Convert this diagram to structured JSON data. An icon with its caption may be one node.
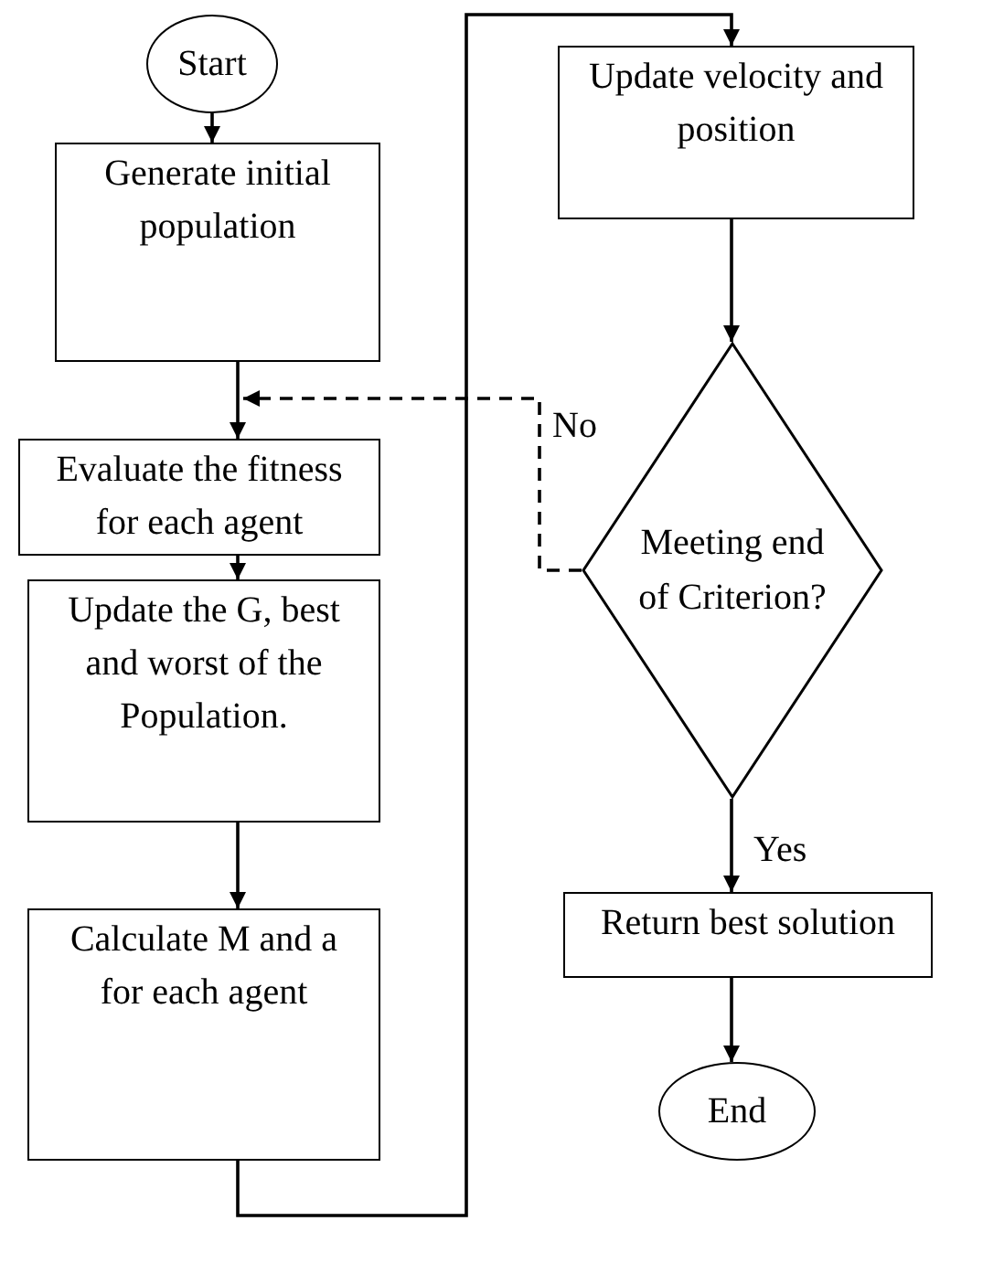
{
  "diagram": {
    "nodes": [
      {
        "text": [
          "Start"
        ]
      },
      {
        "text": [
          "Generate initial population"
        ]
      },
      {
        "text": [
          "Evaluate the fitness for each agent"
        ]
      },
      {
        "text": [
          "Update the G, best and worst of the Population."
        ]
      },
      {
        "text": [
          "Calculate M and a for each agent"
        ]
      },
      {
        "text": [
          "Update velocity and position"
        ]
      },
      {
        "text": [
          "Meeting end of Criterion?"
        ]
      },
      {
        "text": [
          "Return best solution"
        ]
      },
      {
        "text": [
          "End"
        ]
      }
    ],
    "edges": [
      {
        "from": 0,
        "to": 1,
        "arrow": "to"
      },
      {
        "from": 1,
        "to": 2,
        "arrow": "to"
      },
      {
        "from": 2,
        "to": 3,
        "arrow": "to"
      },
      {
        "from": 3,
        "to": 4,
        "arrow": "to"
      },
      {
        "from": 4,
        "to": 5,
        "arrow": "to"
      },
      {
        "from": 5,
        "to": 6,
        "arrow": "to"
      },
      {
        "from": 6,
        "to": 2,
        "arrow": "to",
        "label": "No",
        "style": "dashed"
      },
      {
        "from": 6,
        "to": 7,
        "arrow": "to",
        "label": "Yes"
      },
      {
        "from": 7,
        "to": 8,
        "arrow": "to"
      }
    ]
  }
}
